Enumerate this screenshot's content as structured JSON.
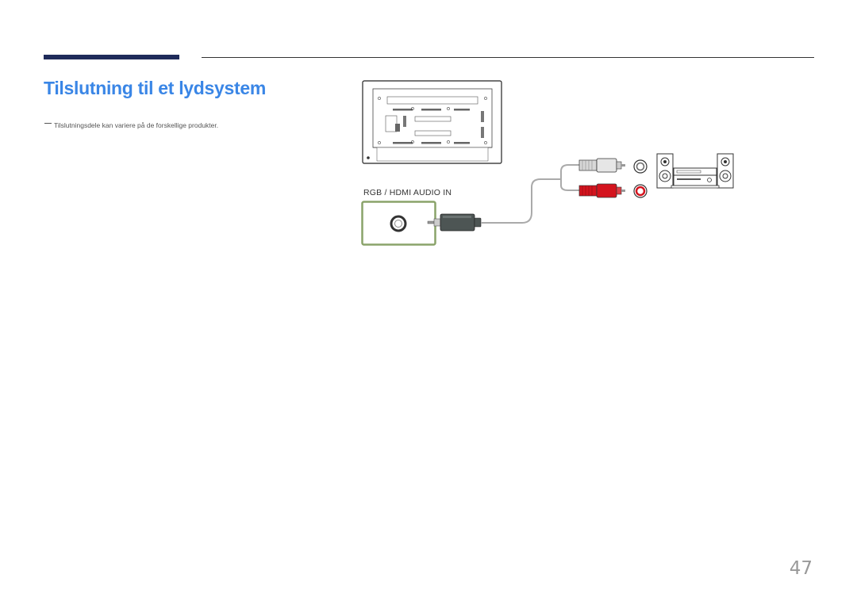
{
  "page": {
    "title": "Tilslutning til et lydsystem",
    "note": "Tilslutningsdele kan variere på de forskellige produkter.",
    "port_label": "RGB / HDMI AUDIO IN",
    "page_number": "47"
  },
  "colors": {
    "title": "#3a86e6",
    "header_bar": "#1f2b5a",
    "port_highlight": "#8aa36a",
    "audio_plug_white": "#e6e6e6",
    "audio_plug_red": "#d4141e"
  },
  "icons": [
    "monitor-back-icon",
    "audio-cable-icon",
    "stereo-system-icon",
    "audio-jack-icon"
  ]
}
